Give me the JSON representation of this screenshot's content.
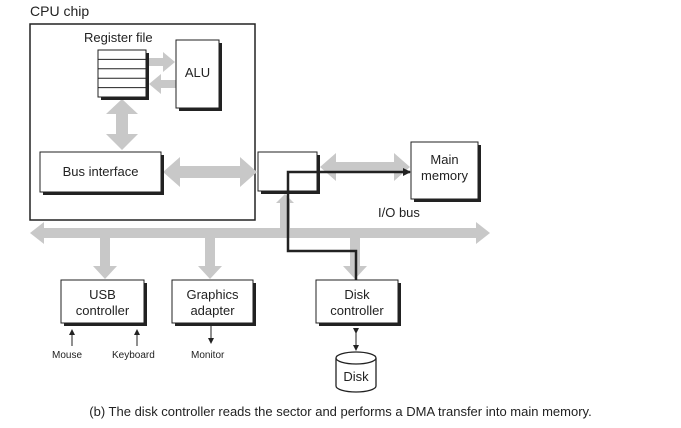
{
  "diagram": {
    "title": "CPU chip",
    "components": {
      "register_file": "Register file",
      "alu": "ALU",
      "bus_interface": "Bus interface",
      "main_memory_line1": "Main",
      "main_memory_line2": "memory",
      "io_bus": "I/O bus",
      "usb_line1": "USB",
      "usb_line2": "controller",
      "graphics_line1": "Graphics",
      "graphics_line2": "adapter",
      "disk_ctrl_line1": "Disk",
      "disk_ctrl_line2": "controller",
      "disk": "Disk"
    },
    "devices": {
      "mouse": "Mouse",
      "keyboard": "Keyboard",
      "monitor": "Monitor"
    },
    "caption": "(b) The disk controller reads the sector and performs a DMA transfer into main memory.",
    "colors": {
      "bus": "#c8c8c8",
      "box_stroke": "#222222",
      "shadow": "#222222"
    }
  }
}
